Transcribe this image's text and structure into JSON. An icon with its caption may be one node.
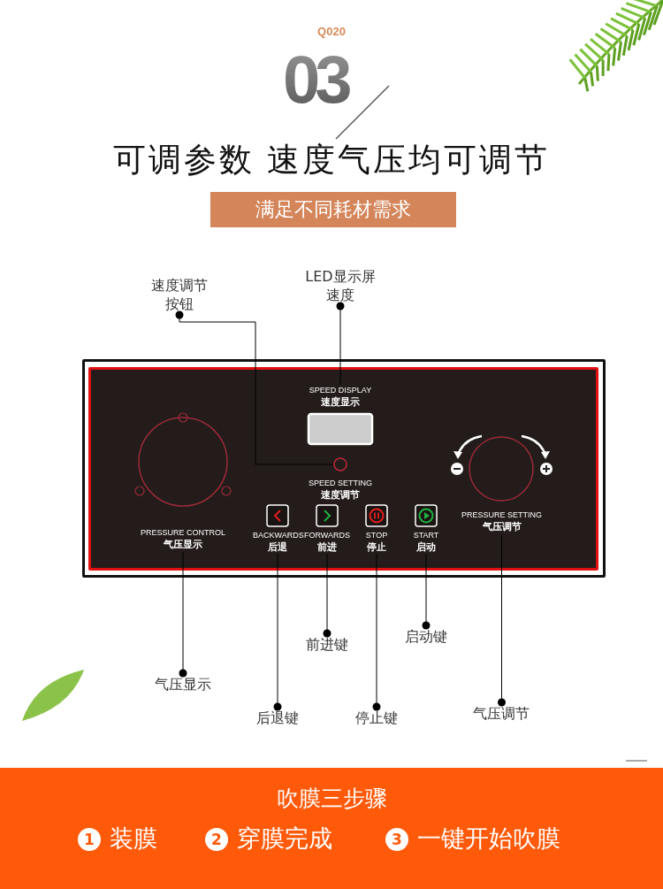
{
  "diagram": {
    "title": "可调参数 速度气压均可调节",
    "nodes": [
      {
        "text": [],
        "shape": "box"
      },
      {
        "text": [],
        "shape": "circle",
        "in": 0,
        "beside": [
          "PRESSURE CONTROL 气压显示"
        ]
      },
      {
        "text": [],
        "shape": "circle",
        "in": 0
      },
      {
        "text": [],
        "shape": "box",
        "in": 0,
        "beside": [
          "SPEED DISPLAY 速度显示"
        ]
      },
      {
        "text": [],
        "shape": "box",
        "in": 0,
        "beside": [
          "BACKWARDS 后退"
        ]
      },
      {
        "text": [],
        "shape": "box",
        "in": 0,
        "beside": [
          "FORWARDS 前进"
        ]
      },
      {
        "text": [],
        "shape": "box",
        "in": 0,
        "beside": [
          "STOP 停止"
        ]
      },
      {
        "text": [],
        "shape": "box",
        "in": 0,
        "beside": [
          "START 启动"
        ]
      },
      {
        "text": [],
        "shape": "circle",
        "in": 0,
        "beside": [
          "PRESSURE SETTING 气压调节"
        ]
      },
      {
        "text": [
          "速度调节按钮"
        ]
      },
      {
        "text": [
          "LED显示屏速度"
        ]
      },
      {
        "text": [
          "气压显示"
        ]
      },
      {
        "text": [
          "后退键"
        ]
      },
      {
        "text": [
          "前进键"
        ]
      },
      {
        "text": [
          "停止键"
        ]
      },
      {
        "text": [
          "启动键"
        ]
      },
      {
        "text": [
          "气压调节"
        ]
      }
    ],
    "edges": [
      {
        "from": 9,
        "to": 2,
        "arrow": "other"
      },
      {
        "from": 10,
        "to": 3,
        "arrow": "other"
      },
      {
        "from": 11,
        "to": 1,
        "arrow": "other"
      },
      {
        "from": 12,
        "to": 4,
        "arrow": "other"
      },
      {
        "from": 13,
        "to": 5,
        "arrow": "other"
      },
      {
        "from": 14,
        "to": 6,
        "arrow": "other"
      },
      {
        "from": 15,
        "to": 7,
        "arrow": "other"
      },
      {
        "from": 16,
        "to": 8,
        "arrow": "other"
      }
    ],
    "labels": [
      "Q020",
      "03",
      "满足不同耗材需求",
      "SPEED SETTING 速度调节",
      "吹膜三步骤",
      "1",
      "装膜",
      "2",
      "穿膜完成",
      "3",
      "一键开始吹膜"
    ]
  }
}
